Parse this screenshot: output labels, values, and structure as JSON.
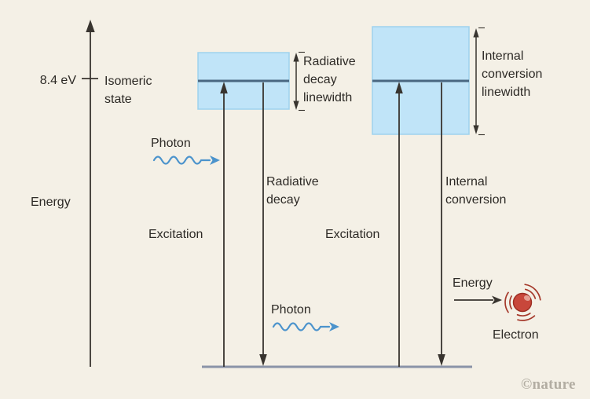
{
  "figure": {
    "credit": "©nature"
  },
  "axis": {
    "label": "Energy",
    "tick_value": "8.4 eV",
    "state_label": "Isomeric state"
  },
  "radiative_pathway": {
    "photon_in_label": "Photon",
    "excitation_label": "Excitation",
    "decay_label": "Radiative decay",
    "linewidth_label": "Radiative decay linewidth",
    "photon_out_label": "Photon"
  },
  "internal_pathway": {
    "excitation_label": "Excitation",
    "conversion_label": "Internal conversion",
    "linewidth_label": "Internal conversion linewidth",
    "energy_out_label": "Energy",
    "electron_label": "Electron"
  },
  "colors": {
    "background": "#f4f0e6",
    "line_dark": "#38342f",
    "text": "#2d2a26",
    "level_fill": "#c0e4f8",
    "level_border": "#9ed2ee",
    "level_line": "#4a6781",
    "ground_line": "#8a93a8",
    "photon_blue": "#4b93cc",
    "electron_red": "#c8473b",
    "electron_rim": "#9c2d22",
    "electron_highlight": "#e59e92",
    "electron_arc": "#a5392b",
    "credit_gray": "#b2ada2"
  }
}
